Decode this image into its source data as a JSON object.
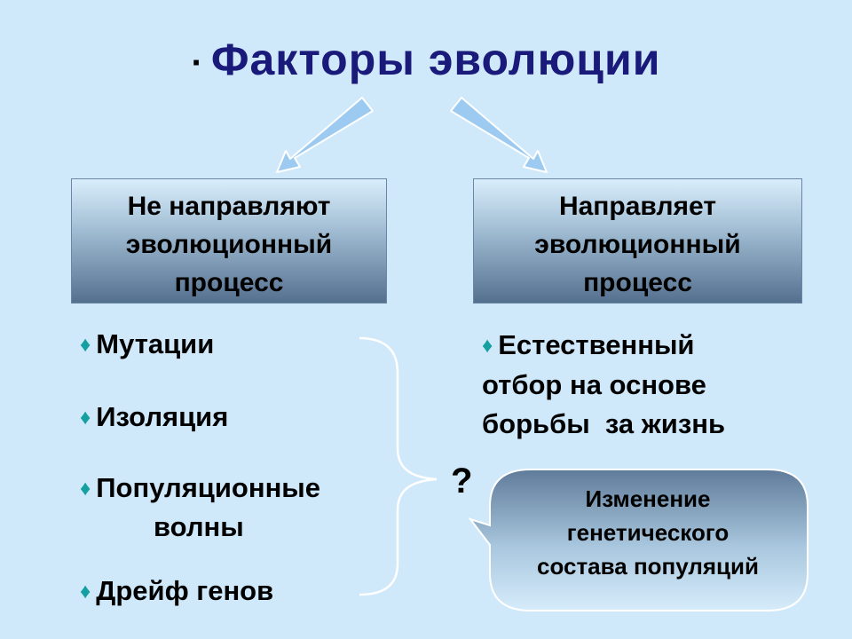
{
  "title": {
    "bullet": "·",
    "text": "Факторы эволюции"
  },
  "left_box": {
    "lines": [
      "Не направляют",
      "эволюционный",
      "процесс"
    ]
  },
  "right_box": {
    "lines": [
      "Направляет",
      "эволюционный",
      "процесс"
    ]
  },
  "bullet_glyph": "♦",
  "left_items": [
    {
      "line1": "Мутации"
    },
    {
      "line1": "Изоляция"
    },
    {
      "line1": "Популяционные",
      "line2": "волны"
    },
    {
      "line1": "Дрейф генов"
    }
  ],
  "right_item": {
    "lines": [
      "Естественный",
      "отбор на основе",
      "борьбы  за жизнь"
    ]
  },
  "question_mark": "?",
  "bubble": {
    "lines": [
      "Изменение",
      "генетического",
      "состава популяций"
    ]
  },
  "colors": {
    "background": "#cfe9fb",
    "title": "#1a1a7a",
    "bullet": "#14a0a0",
    "arrow": "#9ccaf0",
    "box_top": "#d9eefc",
    "box_bottom": "#54708f"
  }
}
